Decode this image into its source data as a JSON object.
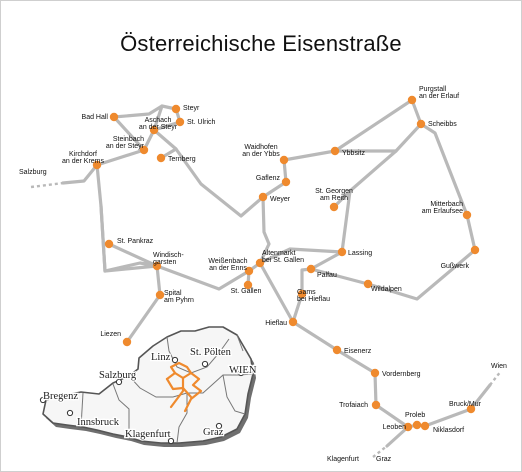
{
  "map": {
    "title": "Österreichische Eisenstraße",
    "accent": "#ef8a2e",
    "route_color": "#b9b9b9",
    "towns": [
      {
        "id": "badhall",
        "lines": [
          "Bad Hall"
        ]
      },
      {
        "id": "steyr",
        "lines": [
          "Steyr"
        ]
      },
      {
        "id": "stulrich",
        "lines": [
          "St. Ulrich"
        ]
      },
      {
        "id": "aschach",
        "lines": [
          "Aschach",
          "an der Steyr"
        ]
      },
      {
        "id": "steinbach",
        "lines": [
          "Steinbach",
          "an der Steyr"
        ]
      },
      {
        "id": "ternberg",
        "lines": [
          "Ternberg"
        ]
      },
      {
        "id": "kirchdorf",
        "lines": [
          "Kirchdorf",
          "an der Krems"
        ]
      },
      {
        "id": "stpankraz",
        "lines": [
          "St. Pankraz"
        ]
      },
      {
        "id": "windisch",
        "lines": [
          "Windisch-",
          "garsten"
        ]
      },
      {
        "id": "spital",
        "lines": [
          "Spital",
          "am Pyhrn"
        ]
      },
      {
        "id": "liezen",
        "lines": [
          "Liezen"
        ]
      },
      {
        "id": "waidhofen",
        "lines": [
          "Waidhofen",
          "an der Ybbs"
        ]
      },
      {
        "id": "ybbsitz",
        "lines": [
          "Ybbsitz"
        ]
      },
      {
        "id": "gaflenz",
        "lines": [
          "Gaflenz"
        ]
      },
      {
        "id": "weyer",
        "lines": [
          "Weyer"
        ]
      },
      {
        "id": "stgeorgen",
        "lines": [
          "St. Georgen",
          "am Reith"
        ]
      },
      {
        "id": "purgstall",
        "lines": [
          "Purgstall",
          "an der Erlauf"
        ]
      },
      {
        "id": "scheibbs",
        "lines": [
          "Scheibbs"
        ]
      },
      {
        "id": "mitterbach",
        "lines": [
          "Mitterbach",
          "am Erlaufsee"
        ]
      },
      {
        "id": "gusswerk",
        "lines": [
          "Gußwerk"
        ]
      },
      {
        "id": "lassing",
        "lines": [
          "Lassing"
        ]
      },
      {
        "id": "altenmarkt",
        "lines": [
          "Altenmarkt",
          "bei St. Gallen"
        ]
      },
      {
        "id": "weissenbach",
        "lines": [
          "Weißenbach",
          "an der Enns"
        ]
      },
      {
        "id": "stgallen",
        "lines": [
          "St. Gallen"
        ]
      },
      {
        "id": "palfau",
        "lines": [
          "Palfau"
        ]
      },
      {
        "id": "gams",
        "lines": [
          "Gams",
          "bei Hieflau"
        ]
      },
      {
        "id": "wildalpen",
        "lines": [
          "Wildalpen"
        ]
      },
      {
        "id": "hieflau",
        "lines": [
          "Hieflau"
        ]
      },
      {
        "id": "eisenerz",
        "lines": [
          "Eisenerz"
        ]
      },
      {
        "id": "vordernberg",
        "lines": [
          "Vordernberg"
        ]
      },
      {
        "id": "trofaiach",
        "lines": [
          "Trofaiach"
        ]
      },
      {
        "id": "leoben",
        "lines": [
          "Leoben"
        ]
      },
      {
        "id": "proleb",
        "lines": [
          "Proleb"
        ]
      },
      {
        "id": "niklasdorf",
        "lines": [
          "Niklasdorf"
        ]
      },
      {
        "id": "bruck",
        "lines": [
          "Bruck/Mur"
        ]
      }
    ],
    "external": [
      {
        "id": "salzburg",
        "label": "Salzburg"
      },
      {
        "id": "wien",
        "label": "Wien"
      },
      {
        "id": "klagenfurt",
        "label": "Klagenfurt"
      },
      {
        "id": "graz",
        "label": "Graz"
      }
    ]
  },
  "inset": {
    "cities": [
      {
        "id": "bregenz",
        "label": "Bregenz"
      },
      {
        "id": "innsbruck",
        "label": "Innsbruck"
      },
      {
        "id": "salzburg",
        "label": "Salzburg"
      },
      {
        "id": "linz",
        "label": "Linz"
      },
      {
        "id": "stpoelten",
        "label": "St. Pölten"
      },
      {
        "id": "wien",
        "label": "WIEN"
      },
      {
        "id": "klagenfurt",
        "label": "Klagenfurt"
      },
      {
        "id": "graz",
        "label": "Graz"
      }
    ]
  }
}
